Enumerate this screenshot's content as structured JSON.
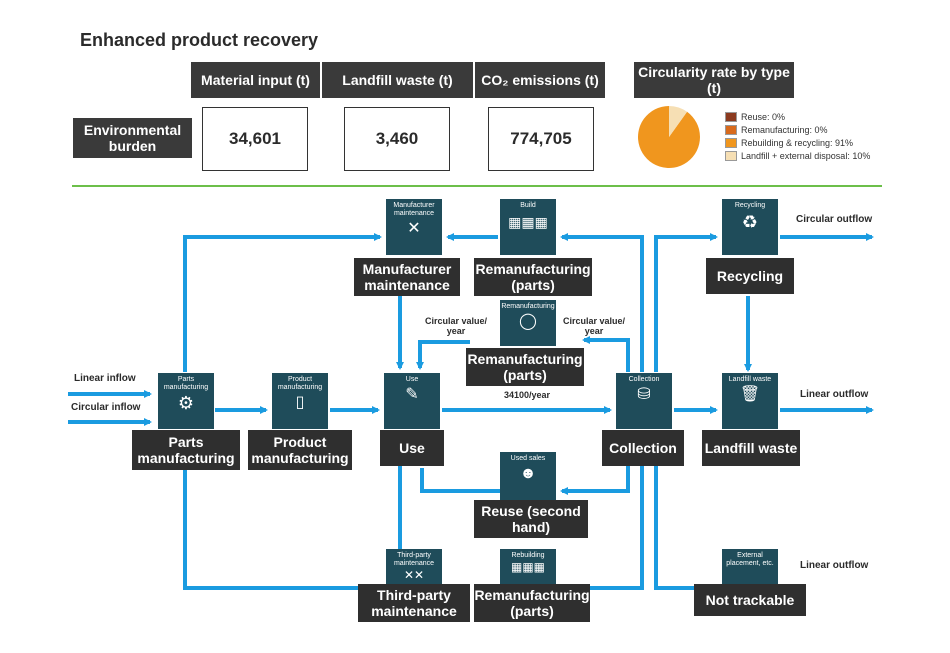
{
  "title": "Enhanced product recovery",
  "metrics": {
    "row_label": "Environmental burden",
    "headers": [
      "Material input (t)",
      "Landfill waste (t)",
      "CO₂ emissions (t)"
    ],
    "values": [
      "34,601",
      "3,460",
      "774,705"
    ]
  },
  "circularity": {
    "title": "Circularity rate by type (t)",
    "legend": [
      {
        "label": "Reuse: 0%",
        "color": "#8b3a1f"
      },
      {
        "label": "Remanufacturing: 0%",
        "color": "#d86a1c"
      },
      {
        "label": "Rebuilding & recycling: 91%",
        "color": "#f0961e"
      },
      {
        "label": "Landfill + external disposal: 10%",
        "color": "#f6dfb4"
      }
    ],
    "slices": [
      {
        "name": "Rebuilding & recycling",
        "value": 91,
        "color": "#f0961e"
      },
      {
        "name": "Landfill + external disposal",
        "value": 10,
        "color": "#f6dfb4"
      }
    ]
  },
  "nodes": {
    "parts_mfg": {
      "icon_label": "Parts manufacturing",
      "label": "Parts manufacturing"
    },
    "product_mfg": {
      "icon_label": "Product manufacturing",
      "label": "Product manufacturing"
    },
    "use": {
      "icon_label": "Use",
      "label": "Use"
    },
    "collection": {
      "icon_label": "Collection",
      "label": "Collection"
    },
    "landfill": {
      "icon_label": "Landfill waste",
      "label": "Landfill waste"
    },
    "recycling": {
      "icon_label": "Recycling",
      "label": "Recycling"
    },
    "mfr_maint": {
      "icon_label": "Manufacturer maintenance",
      "label": "Manufacturer maintenance"
    },
    "reman_build": {
      "icon_label": "Build",
      "label": "Remanufacturing (parts)"
    },
    "reman_center": {
      "icon_label": "Remanufacturing",
      "label": "Remanufacturing (parts)"
    },
    "reuse": {
      "icon_label": "Used sales",
      "label": "Reuse (second hand)"
    },
    "third_party": {
      "icon_label": "Third-party maintenance",
      "label": "Third-party maintenance"
    },
    "rebuilding": {
      "icon_label": "Rebuilding",
      "label": "Remanufacturing (parts)"
    },
    "not_trackable": {
      "icon_label": "External placement, etc.",
      "label": "Not trackable"
    }
  },
  "flows": {
    "linear_inflow": "Linear inflow",
    "circular_inflow": "Circular inflow",
    "circular_outflow": "Circular outflow",
    "linear_outflow_1": "Linear outflow",
    "linear_outflow_2": "Linear outflow",
    "circular_value_left": "Circular value/ year",
    "circular_value_right": "Circular value/ year",
    "per_year": "34100/year"
  },
  "colors": {
    "arrow": "#1a9be0",
    "node_bg": "#2f2f2f",
    "icon_bg": "#1f4c5a",
    "divider": "#6cbf4a"
  }
}
